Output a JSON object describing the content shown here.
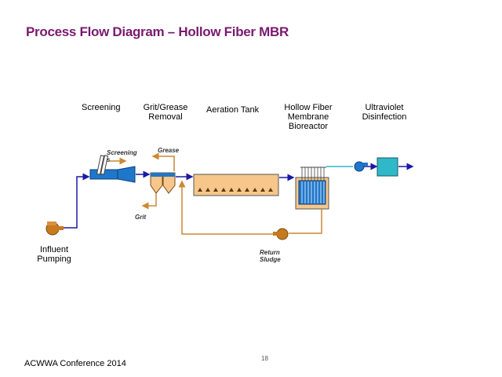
{
  "title": "Process Flow Diagram – Hollow Fiber MBR",
  "stages": {
    "screening": "Screening",
    "grit_grease": "Grit/Grease\nRemoval",
    "aeration": "Aeration Tank",
    "mbr": "Hollow Fiber\nMembrane\nBioreactor",
    "uv": "Ultraviolet\nDisinfection",
    "influent": "Influent\nPumping"
  },
  "labels": {
    "screenings": "Screening\ns",
    "grease": "Grease",
    "grit": "Grit",
    "return_sludge": "Return\nSludge"
  },
  "footer": "ACWWA Conference 2014",
  "page_number": "18",
  "colors": {
    "title": "#7a1a6e",
    "flow_line": "#1a1aa6",
    "sludge_line": "#cc8833",
    "tank_fill": "#f6c68a",
    "pump": "#c87a1e",
    "equipment": "#1f77c9",
    "uv_unit": "#2fb8c8"
  }
}
